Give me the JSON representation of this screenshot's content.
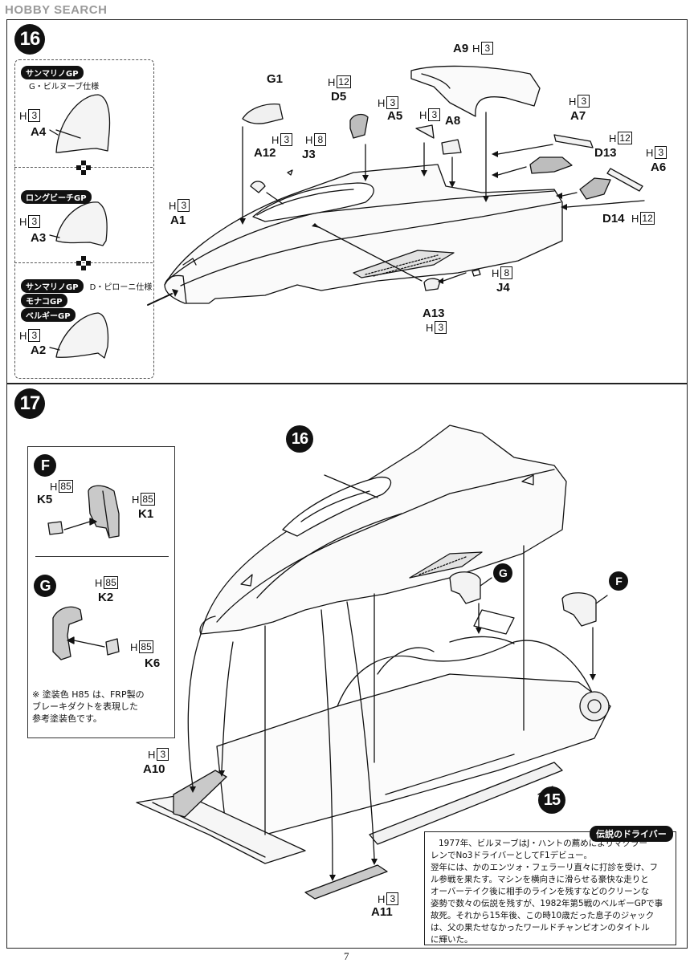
{
  "watermark": "HOBBY SEARCH",
  "page_number": "7",
  "step16": {
    "number": "16",
    "variants": [
      {
        "badges": [
          "サンマリノGP"
        ],
        "subtitle": "G・ビルヌーブ仕様",
        "color": "3",
        "part": "A4"
      },
      {
        "badges": [
          "ロングビーチGP"
        ],
        "subtitle": "",
        "color": "3",
        "part": "A3"
      },
      {
        "badges": [
          "サンマリノGP",
          "モナコGP",
          "ベルギーGP"
        ],
        "subtitle": "D・ピローニ仕様",
        "color": "3",
        "part": "A2"
      }
    ],
    "parts": [
      {
        "id": "G1",
        "color": ""
      },
      {
        "id": "D5",
        "color": "12"
      },
      {
        "id": "A5",
        "color": "3"
      },
      {
        "id": "A8",
        "color": "3"
      },
      {
        "id": "A9",
        "color": "3"
      },
      {
        "id": "A7",
        "color": "3"
      },
      {
        "id": "D13",
        "color": "12"
      },
      {
        "id": "A6",
        "color": "3"
      },
      {
        "id": "D14",
        "color": "12"
      },
      {
        "id": "A12",
        "color": "3"
      },
      {
        "id": "J3",
        "color": "8"
      },
      {
        "id": "A1",
        "color": "3"
      },
      {
        "id": "J4",
        "color": "8"
      },
      {
        "id": "A13",
        "color": "3"
      }
    ]
  },
  "step17": {
    "number": "17",
    "sub_assemblies": [
      {
        "label": "F",
        "parts": [
          {
            "id": "K5",
            "color": "85"
          },
          {
            "id": "K1",
            "color": "85"
          }
        ]
      },
      {
        "label": "G",
        "parts": [
          {
            "id": "K2",
            "color": "85"
          },
          {
            "id": "K6",
            "color": "85"
          }
        ]
      }
    ],
    "note_lines": [
      "※ 塗装色 H85 は、FRP製の",
      "ブレーキダクトを表現した",
      "参考塗装色です。"
    ],
    "callouts": [
      "16",
      "15",
      "G",
      "F"
    ],
    "parts": [
      {
        "id": "A10",
        "color": "3"
      },
      {
        "id": "A11",
        "color": "3"
      }
    ],
    "legend": {
      "title": "伝説のドライバー",
      "lines": [
        "1977年、ビルヌーブはJ・ハントの薦めによりマクラー",
        "レンでNo3ドライバーとしてF1デビュー。",
        "翌年には、かのエンツォ・フェラーリ直々に打診を受け、フ",
        "ル参戦を果たす。マシンを横向きに滑らせる豪快な走りと",
        "オーバーテイク後に相手のラインを残すなどのクリーンな",
        "姿勢で数々の伝説を残すが、1982年第5戦のベルギーGPで事",
        "故死。それから15年後、この時10歳だった息子のジャック",
        "は、父の果たせなかったワールドチャンピオンのタイトル",
        "に輝いた。"
      ]
    }
  }
}
